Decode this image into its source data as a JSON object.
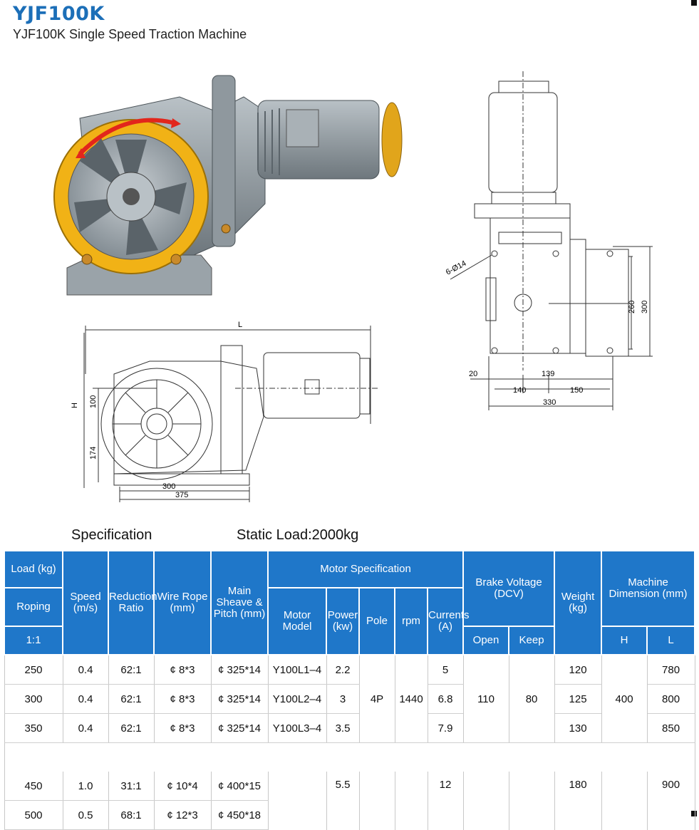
{
  "header": {
    "title": "YJF100K",
    "subtitle": "YJF100K Single Speed Traction Machine"
  },
  "drawing_side": {
    "label_L": "L",
    "label_H": "H",
    "dim_100": "100",
    "dim_174": "174",
    "dim_300": "300",
    "dim_375": "375"
  },
  "drawing_top": {
    "hole_label": "6-Ø14",
    "dim_260": "260",
    "dim_300": "300",
    "dim_20": "20",
    "dim_139": "139",
    "dim_140": "140",
    "dim_150": "150",
    "dim_330": "330"
  },
  "spec": {
    "label": "Specification",
    "static_load": "Static Load:2000kg",
    "headers": {
      "load": "Load (kg)",
      "roping": "Roping",
      "ratio_1_1": "1:1",
      "speed": "Speed (m/s)",
      "reduction": "Reduction Ratio",
      "wire_rope": "Wire Rope (mm)",
      "sheave": "Main Sheave & Pitch (mm)",
      "motor_spec": "Motor Specification",
      "motor_model": "Motor Model",
      "power": "Power (kw)",
      "pole": "Pole",
      "rpm": "rpm",
      "currents": "Currents (A)",
      "brake": "Brake Voltage (DCV)",
      "open": "Open",
      "keep": "Keep",
      "weight": "Weight (kg)",
      "dimension": "Machine Dimension (mm)",
      "h": "H",
      "l": "L"
    },
    "rows": [
      {
        "load": "250",
        "speed": "0.4",
        "ratio": "62:1",
        "rope": "¢ 8*3",
        "sheave": "¢ 325*14",
        "model": "Y100L1–4",
        "power": "2.2",
        "current": "5",
        "weight": "120",
        "l": "780"
      },
      {
        "load": "300",
        "speed": "0.4",
        "ratio": "62:1",
        "rope": "¢ 8*3",
        "sheave": "¢ 325*14",
        "model": "Y100L2–4",
        "power": "3",
        "current": "6.8",
        "weight": "125",
        "l": "800"
      },
      {
        "load": "350",
        "speed": "0.4",
        "ratio": "62:1",
        "rope": "¢ 8*3",
        "sheave": "¢ 325*14",
        "model": "Y100L3–4",
        "power": "3.5",
        "current": "7.9",
        "weight": "130",
        "l": "850"
      },
      {
        "load": "450",
        "speed": "1.0",
        "ratio": "31:1",
        "rope": "¢ 10*4",
        "sheave": "¢ 400*15",
        "model": "",
        "power": "5.5",
        "current": "12",
        "weight": "180",
        "l": "900"
      },
      {
        "load": "500",
        "speed": "0.5",
        "ratio": "68:1",
        "rope": "¢ 12*3",
        "sheave": "¢ 450*18",
        "model": "",
        "power": "",
        "current": "",
        "weight": "",
        "l": ""
      }
    ],
    "shared": {
      "pole": "4P",
      "rpm": "1440",
      "open": "110",
      "keep": "80",
      "h": "400"
    }
  }
}
